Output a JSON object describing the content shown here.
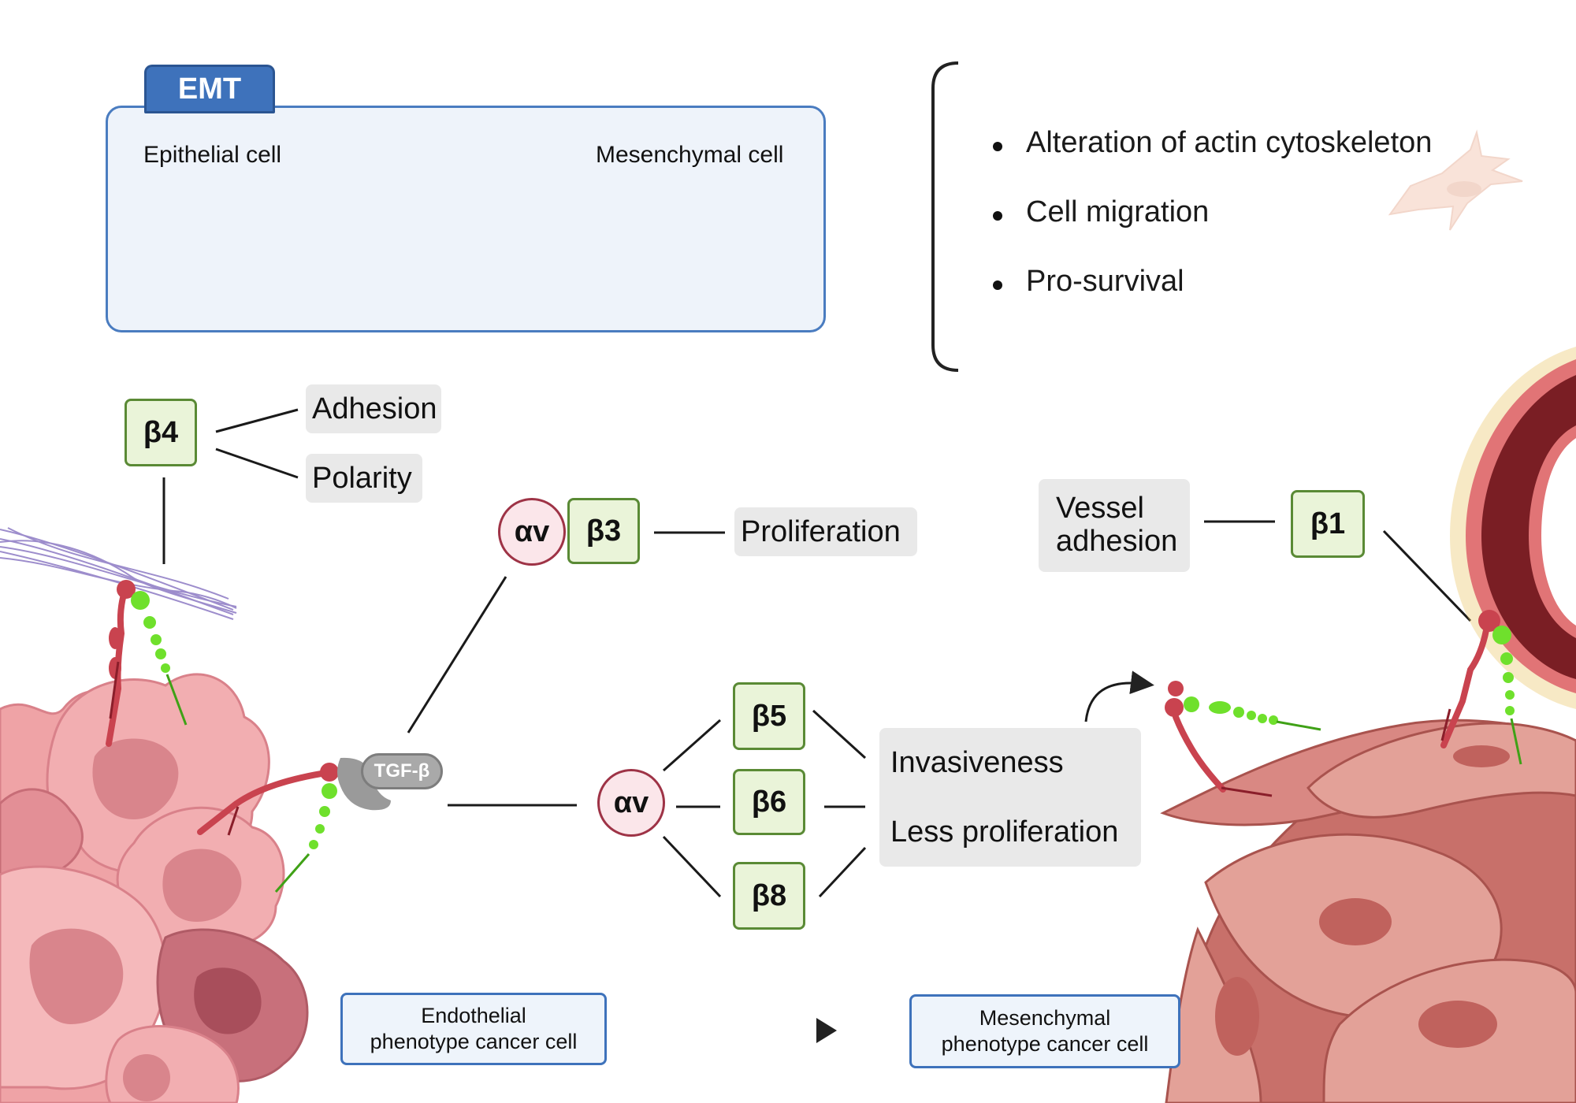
{
  "emt": {
    "tab": "EMT",
    "left_label": "Epithelial cell",
    "right_label": "Mesenchymal cell"
  },
  "outcomes": [
    "Alteration of actin cytoskeleton",
    "Cell migration",
    "Pro-survival"
  ],
  "integrins": {
    "b4": "β4",
    "av_top": "αv",
    "b3": "β3",
    "av_mid": "αv",
    "b5": "β5",
    "b6": "β6",
    "b8": "β8",
    "b1": "β1"
  },
  "functions": {
    "adhesion": "Adhesion",
    "polarity": "Polarity",
    "proliferation": "Proliferation",
    "vessel_line1": "Vessel",
    "vessel_line2": "adhesion",
    "invasiveness": "Invasiveness",
    "less_proliferation": "Less proliferation"
  },
  "tgf": "TGF-β",
  "phenotypes": {
    "left_line1": "Endothelial",
    "left_line2": "phenotype cancer cell",
    "right_line1": "Mesenchymal",
    "right_line2": "phenotype cancer cell"
  },
  "colors": {
    "emt_blue": "#3e72bb",
    "integrin_green": "#5a8a35",
    "alpha_red": "#9e3346",
    "label_gray": "#e9e9e9"
  }
}
